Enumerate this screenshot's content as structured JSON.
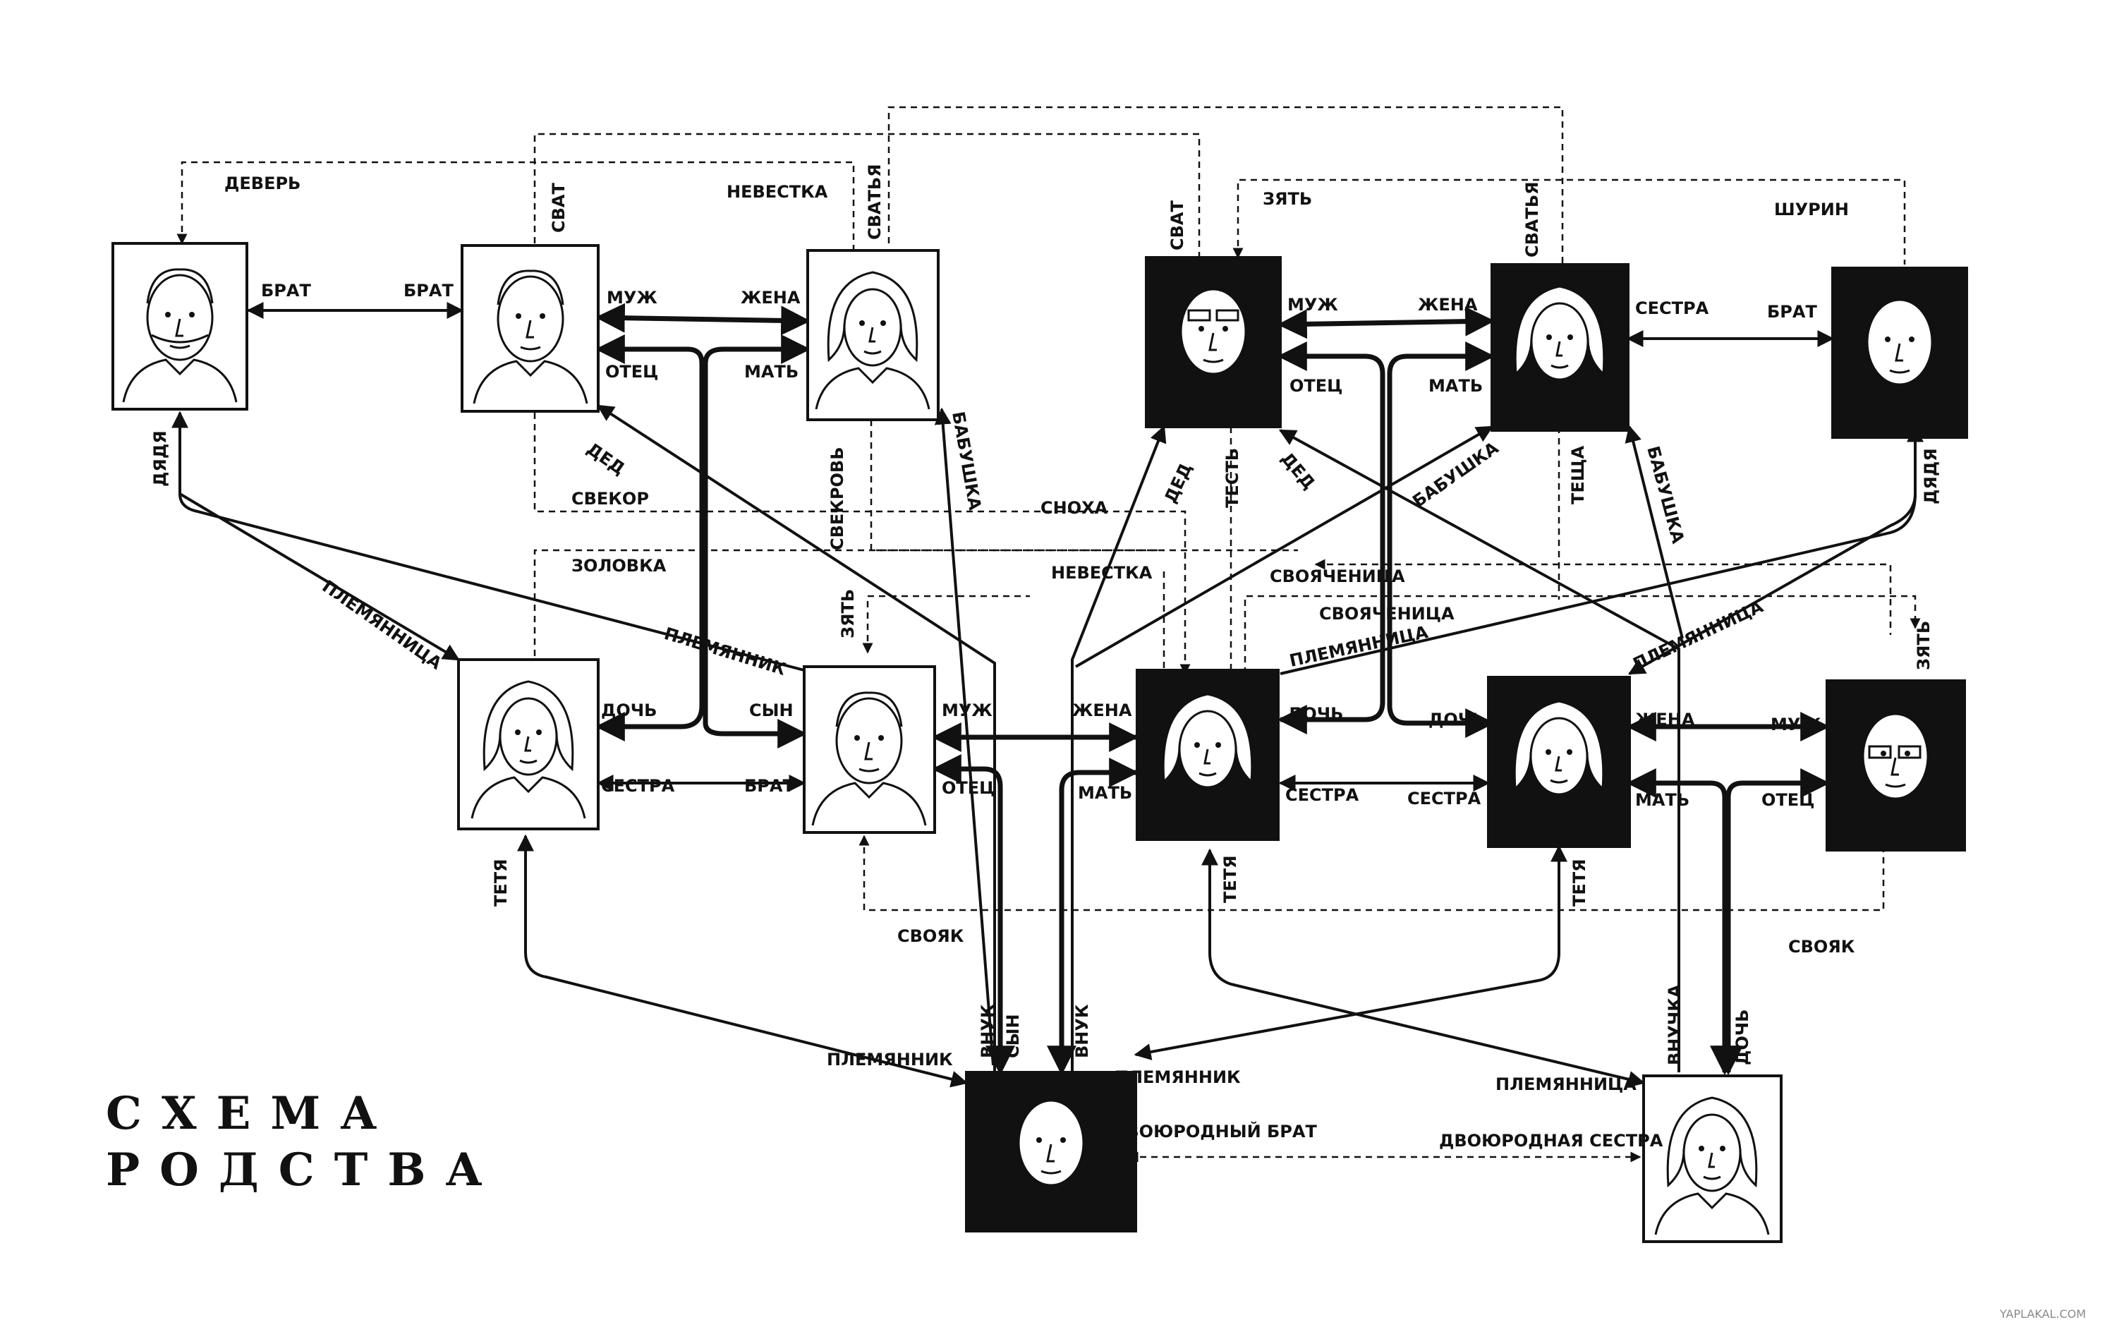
{
  "title": {
    "line1": "СХЕМА",
    "line2": "РОДСТВА"
  },
  "watermark": "YAPLAKAL.COM",
  "portraits": [
    {
      "id": "uncle-left",
      "dark": false
    },
    {
      "id": "grandfather-left",
      "dark": false
    },
    {
      "id": "grandmother-left",
      "dark": false
    },
    {
      "id": "grandfather-right",
      "dark": true
    },
    {
      "id": "grandmother-right",
      "dark": true
    },
    {
      "id": "uncle-right",
      "dark": true
    },
    {
      "id": "aunt-left",
      "dark": false
    },
    {
      "id": "father-left",
      "dark": false
    },
    {
      "id": "mother-center",
      "dark": true
    },
    {
      "id": "daughter-right",
      "dark": true
    },
    {
      "id": "husband-right",
      "dark": true
    },
    {
      "id": "grandson",
      "dark": true
    },
    {
      "id": "granddaughter",
      "dark": false
    }
  ],
  "labels": {
    "dever": "ДЕВЕРЬ",
    "nevestka_top": "НЕВЕСТКА",
    "svat_left": "СВАТ",
    "svatya_left": "СВАТЬЯ",
    "svat_right": "СВАТ",
    "svatya_right": "СВАТЬЯ",
    "zyat_top": "ЗЯТЬ",
    "shurin": "ШУРИН",
    "brat_l1": "БРАТ",
    "brat_l2": "БРАТ",
    "muzh_top_l": "МУЖ",
    "zhena_top_l": "ЖЕНА",
    "otets_top_l": "ОТЕЦ",
    "mat_top_l": "МАТЬ",
    "muzh_top_r": "МУЖ",
    "zhena_top_r": "ЖЕНА",
    "otets_top_r": "ОТЕЦ",
    "mat_top_r": "МАТЬ",
    "sestra_top_r": "СЕСТРА",
    "brat_top_r": "БРАТ",
    "dyadya_left": "ДЯДЯ",
    "dyadya_right": "ДЯДЯ",
    "ded_left": "ДЕД",
    "babushka_left": "БАБУШКА",
    "svekrov": "СВЕКРОВЬ",
    "ded_right1": "ДЕД",
    "test": "ТЕСТЬ",
    "ded_right2": "ДЕД",
    "babushka_right1": "БАБУШКА",
    "teshcha": "ТЕЩА",
    "babushka_right2": "БАБУШКА",
    "svekor": "СВЕКОР",
    "snokha": "СНОХА",
    "zolovka": "ЗОЛОВКА",
    "nevestka_mid": "НЕВЕСТКА",
    "svoyachenitsa1": "СВОЯЧЕНИЦА",
    "svoyachenitsa2": "СВОЯЧЕНИЦА",
    "plemyannitsa_left": "ПЛЕМЯННИЦА",
    "plemyannik_mid": "ПЛЕМЯННИК",
    "zyat_left": "ЗЯТЬ",
    "plemyannitsa_mid": "ПЛЕМЯННИЦА",
    "plemyannitsa_right": "ПЛЕМЯННИЦА",
    "zyat_right": "ЗЯТЬ",
    "doch_l": "ДОЧЬ",
    "syn_l": "СЫН",
    "sestra_l": "СЕСТРА",
    "brat_l": "БРАТ",
    "muzh_mid": "МУЖ",
    "zhena_mid": "ЖЕНА",
    "otets_mid": "ОТЕЦ",
    "mat_mid": "МАТЬ",
    "doch_mid": "ДОЧЬ",
    "doch_mid2": "ДОЧЬ",
    "sestra_mid": "СЕСТРА",
    "sestra_mid2": "СЕСТРА",
    "zhena_r": "ЖЕНА",
    "muzh_r": "МУЖ",
    "mat_r": "МАТЬ",
    "otets_r": "ОТЕЦ",
    "svoyak_left": "СВОЯК",
    "svoyak_right": "СВОЯК",
    "tetya_left": "ТЕТЯ",
    "tetya_mid": "ТЕТЯ",
    "tetya_right": "ТЕТЯ",
    "vnuk1": "ВНУК",
    "syn_bottom": "СЫН",
    "vnuk2": "ВНУК",
    "vnuchka": "ВНУЧКА",
    "doch_bottom": "ДОЧЬ",
    "plemyannik_bl": "ПЛЕМЯННИК",
    "plemyannik_br": "ПЛЕМЯННИК",
    "plemyannitsa_bottom": "ПЛЕМЯННИЦА",
    "dvoyurodny_brat": "ДВОЮРОДНЫЙ БРАТ",
    "dvoyurodnaya_sestra": "ДВОЮРОДНАЯ СЕСТРА"
  }
}
